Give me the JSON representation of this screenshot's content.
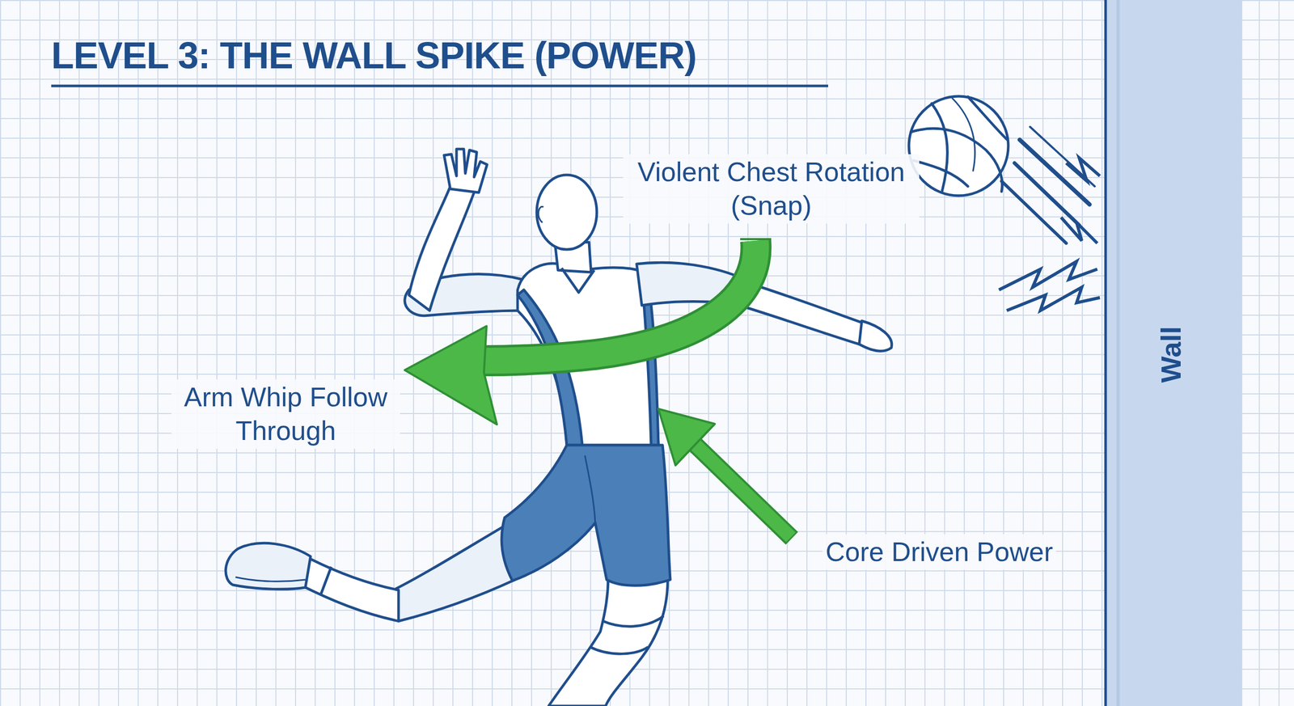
{
  "diagram": {
    "title": "LEVEL 3: THE WALL SPIKE (POWER)",
    "labels": [
      "Violent Chest Rotation (Snap)",
      "Arm Whip Follow Through",
      "Core Driven Power",
      "Wall"
    ]
  }
}
